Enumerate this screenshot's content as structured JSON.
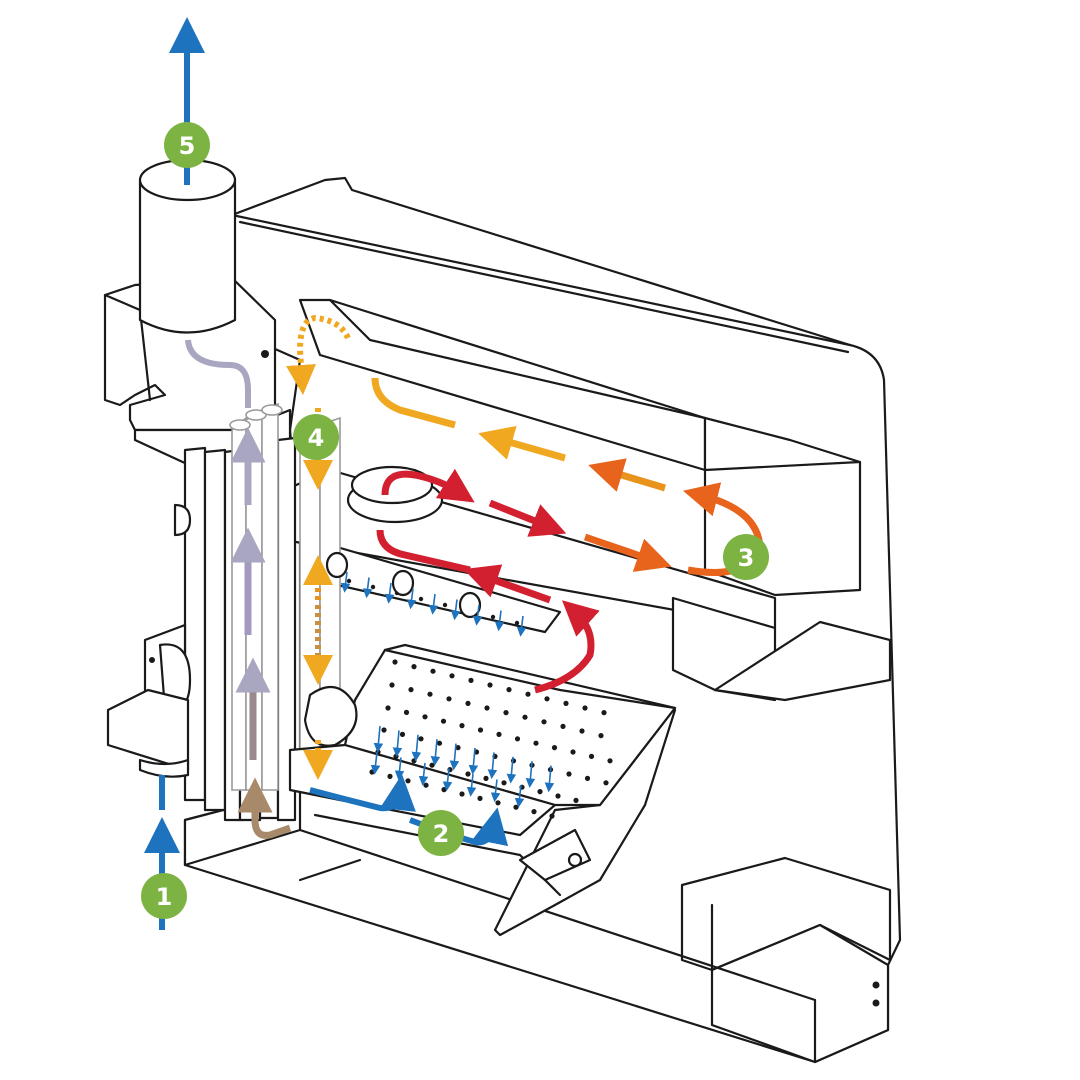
{
  "diagram": {
    "colors": {
      "badge": "#7cb342",
      "air_blue": "#1e73be",
      "flame_red": "#d32030",
      "flame_orange": "#e8641c",
      "hot_gas_amber": "#f0a820",
      "exhaust_grey": "#a8a6c0",
      "duct_tan": "#a88a6a"
    },
    "steps": [
      {
        "label": "1"
      },
      {
        "label": "2"
      },
      {
        "label": "3"
      },
      {
        "label": "4"
      },
      {
        "label": "5"
      }
    ]
  }
}
